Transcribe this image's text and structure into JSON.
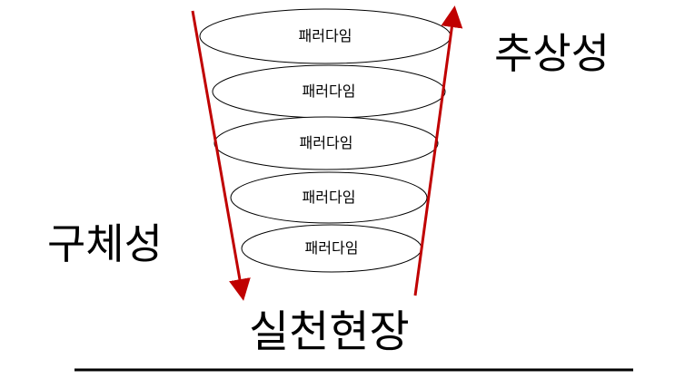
{
  "layers": [
    {
      "label": "패러다임"
    },
    {
      "label": "패러다임"
    },
    {
      "label": "패러다임"
    },
    {
      "label": "패러다임"
    },
    {
      "label": "패러다임"
    }
  ],
  "labels": {
    "abstract": "추상성",
    "concrete": "구체성",
    "practice": "실천현장"
  },
  "colors": {
    "arrow": "#c00000",
    "stroke": "#000000"
  }
}
